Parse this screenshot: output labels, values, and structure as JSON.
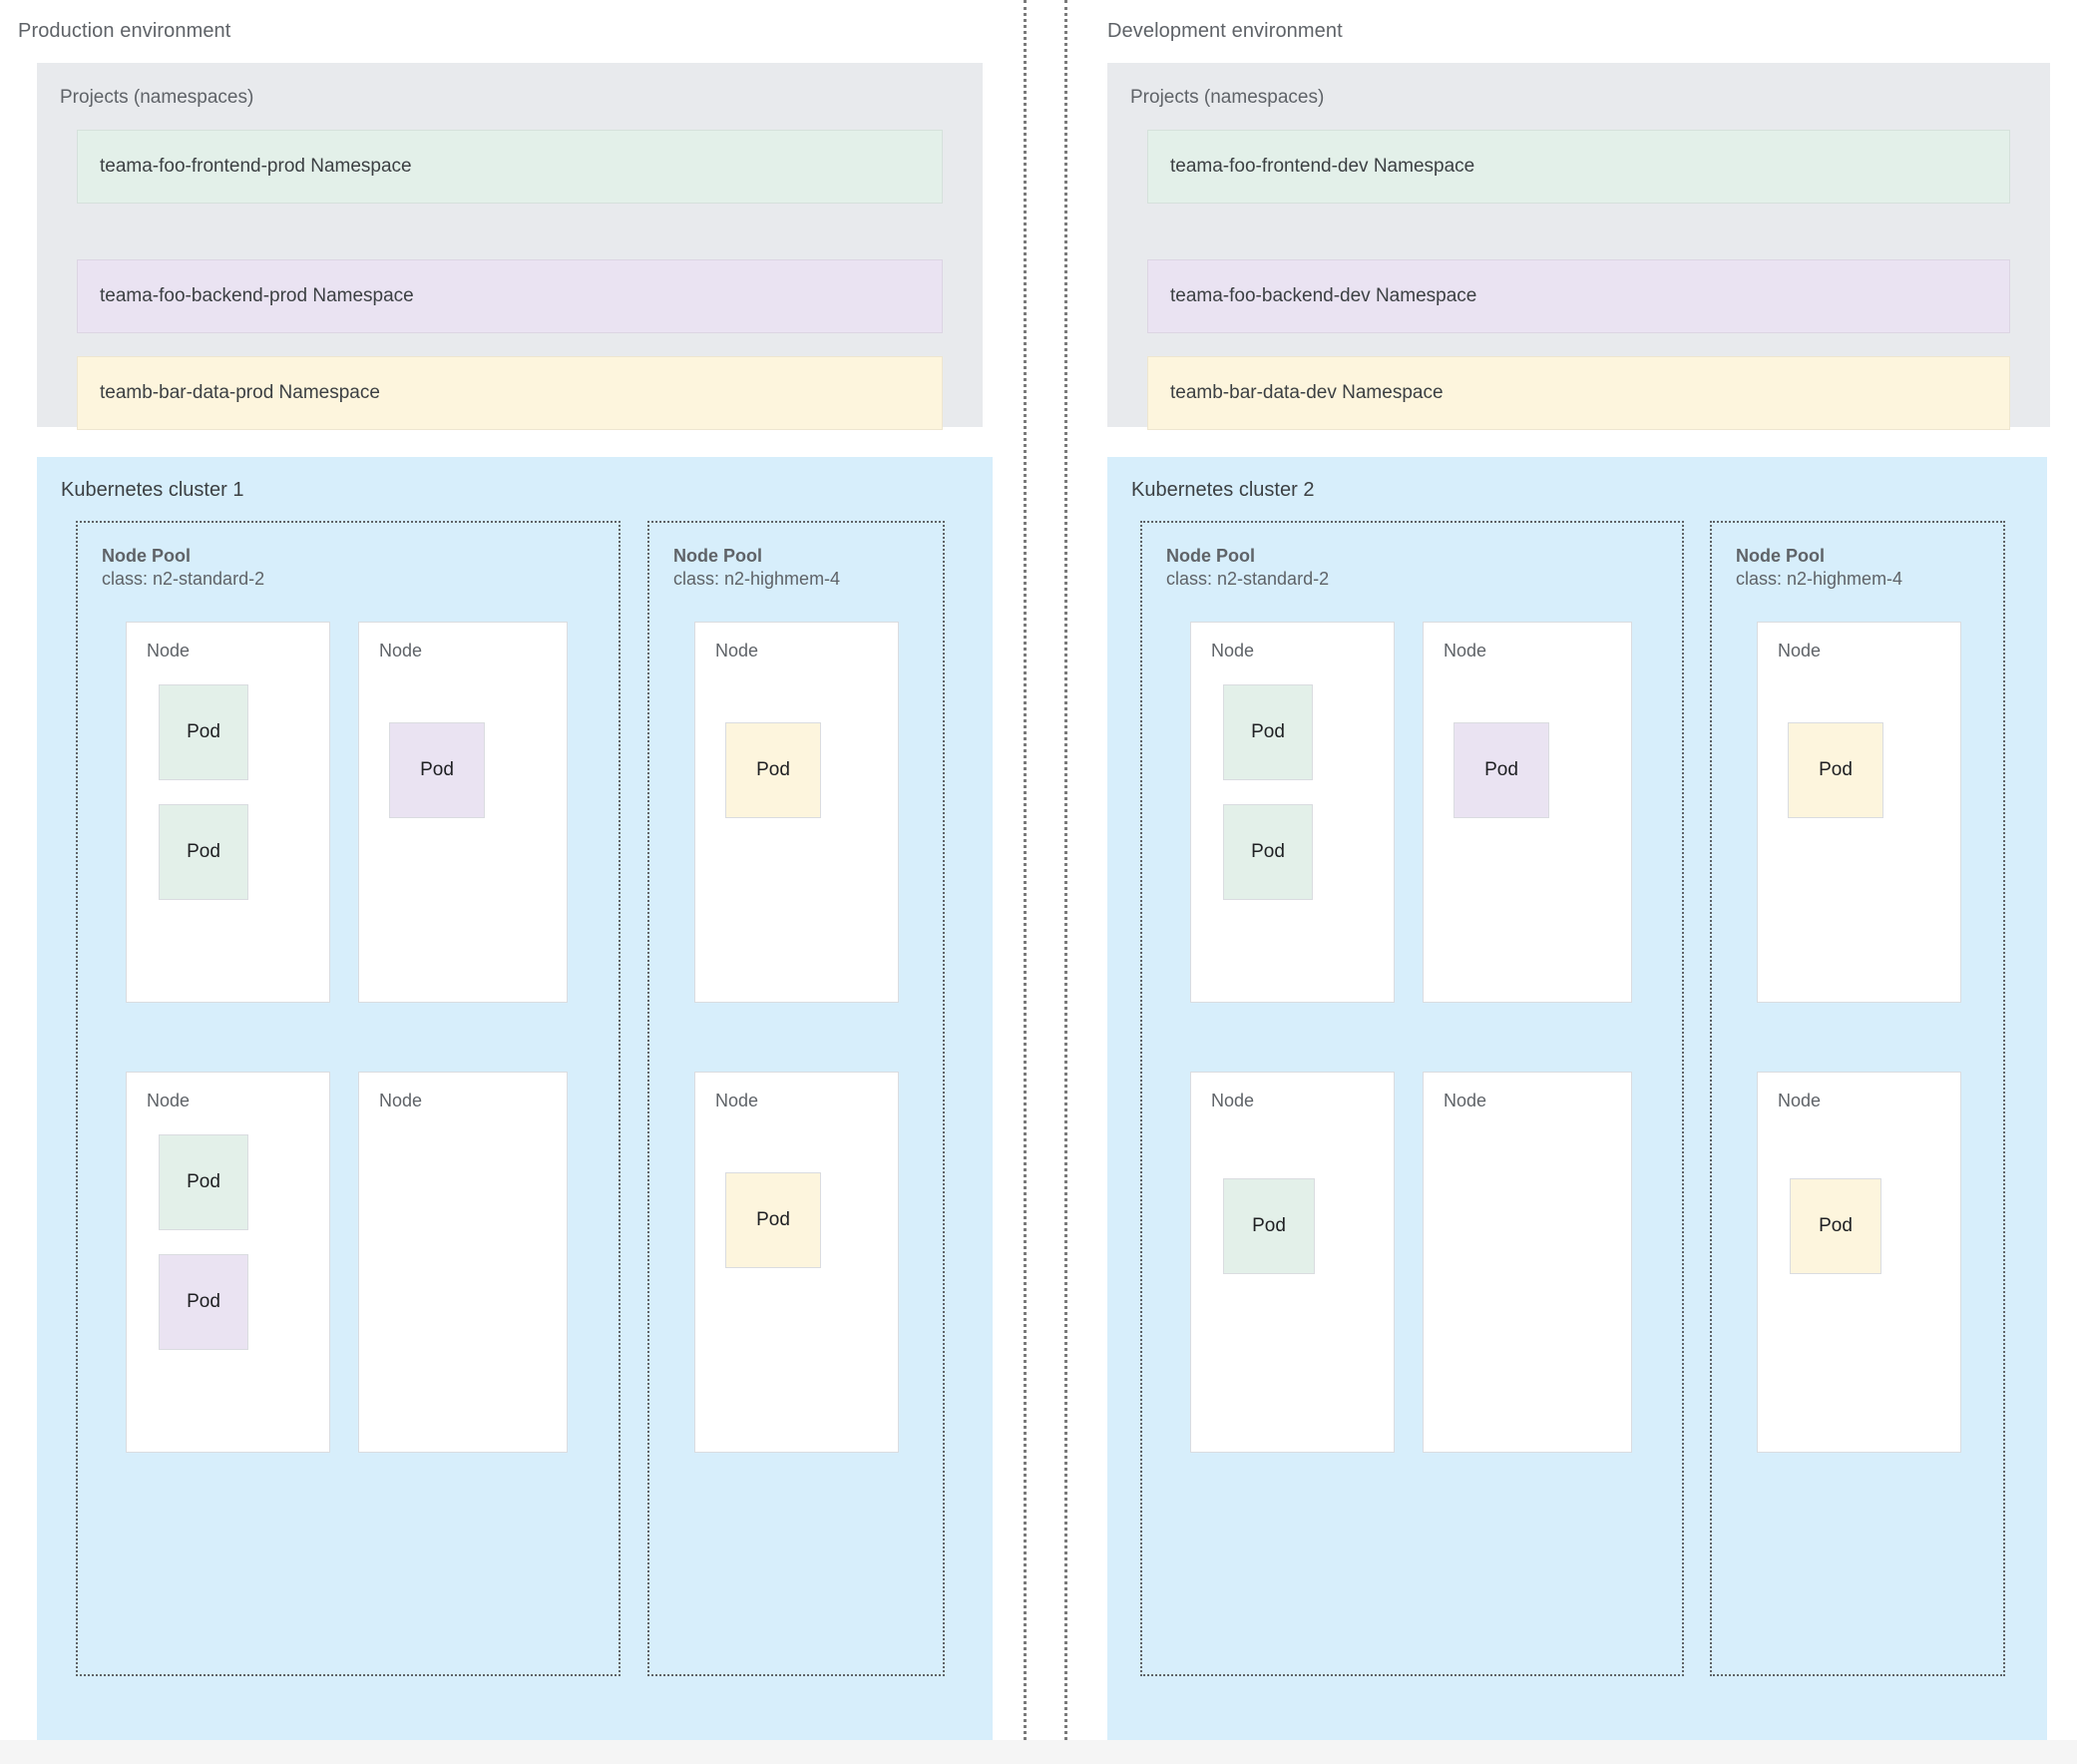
{
  "colors": {
    "green": "#e3f0e9",
    "purple": "#eae3f2",
    "yellow": "#fdf5dd",
    "cluster_blue": "#d7eefb",
    "projects_gray": "#e8eaed",
    "text": "#3c4043",
    "muted_text": "#5f6368"
  },
  "labels": {
    "projects_heading": "Projects (namespaces)",
    "node": "Node",
    "node_pool": "Node Pool",
    "pod": "Pod"
  },
  "environments": [
    {
      "title": "Production environment",
      "projects": {
        "heading": "Projects (namespaces)",
        "namespaces": [
          {
            "label": "teama-foo-frontend-prod Namespace",
            "color": "green"
          },
          {
            "label": "teama-foo-backend-prod Namespace",
            "color": "purple"
          },
          {
            "label": "teamb-bar-data-prod Namespace",
            "color": "yellow"
          }
        ]
      },
      "cluster": {
        "title": "Kubernetes cluster 1",
        "node_pools": [
          {
            "title": "Node Pool",
            "class_label": "class: n2-standard-2",
            "nodes": [
              {
                "label": "Node",
                "row": 0,
                "col": 0,
                "pods": [
                  {
                    "label": "Pod",
                    "color": "green",
                    "slot": "slotA"
                  },
                  {
                    "label": "Pod",
                    "color": "green",
                    "slot": "slotB"
                  }
                ]
              },
              {
                "label": "Node",
                "row": 0,
                "col": 1,
                "pods": [
                  {
                    "label": "Pod",
                    "color": "purple",
                    "slot": "mid"
                  }
                ]
              },
              {
                "label": "Node",
                "row": 1,
                "col": 0,
                "pods": [
                  {
                    "label": "Pod",
                    "color": "green",
                    "slot": "slotA"
                  },
                  {
                    "label": "Pod",
                    "color": "purple",
                    "slot": "slotB"
                  }
                ]
              },
              {
                "label": "Node",
                "row": 1,
                "col": 1,
                "pods": []
              }
            ]
          },
          {
            "title": "Node Pool",
            "class_label": "class: n2-highmem-4",
            "nodes": [
              {
                "label": "Node",
                "row": 0,
                "col": "solo",
                "pods": [
                  {
                    "label": "Pod",
                    "color": "yellow",
                    "slot": "mid"
                  }
                ]
              },
              {
                "label": "Node",
                "row": 1,
                "col": "solo",
                "pods": [
                  {
                    "label": "Pod",
                    "color": "yellow",
                    "slot": "mid"
                  }
                ]
              }
            ]
          }
        ]
      }
    },
    {
      "title": "Development environment",
      "projects": {
        "heading": "Projects (namespaces)",
        "namespaces": [
          {
            "label": "teama-foo-frontend-dev Namespace",
            "color": "green"
          },
          {
            "label": "teama-foo-backend-dev Namespace",
            "color": "purple"
          },
          {
            "label": "teamb-bar-data-dev Namespace",
            "color": "yellow"
          }
        ]
      },
      "cluster": {
        "title": "Kubernetes cluster 2",
        "node_pools": [
          {
            "title": "Node Pool",
            "class_label": "class: n2-standard-2",
            "nodes": [
              {
                "label": "Node",
                "row": 0,
                "col": 0,
                "pods": [
                  {
                    "label": "Pod",
                    "color": "green",
                    "slot": "slotA"
                  },
                  {
                    "label": "Pod",
                    "color": "green",
                    "slot": "slotB"
                  }
                ]
              },
              {
                "label": "Node",
                "row": 0,
                "col": 1,
                "pods": [
                  {
                    "label": "Pod",
                    "color": "purple",
                    "slot": "mid"
                  }
                ]
              },
              {
                "label": "Node",
                "row": 1,
                "col": 0,
                "pods": [
                  {
                    "label": "Pod",
                    "color": "green",
                    "slot": "midlow"
                  }
                ]
              },
              {
                "label": "Node",
                "row": 1,
                "col": 1,
                "pods": []
              }
            ]
          },
          {
            "title": "Node Pool",
            "class_label": "class: n2-highmem-4",
            "nodes": [
              {
                "label": "Node",
                "row": 0,
                "col": "solo",
                "pods": [
                  {
                    "label": "Pod",
                    "color": "yellow",
                    "slot": "mid"
                  }
                ]
              },
              {
                "label": "Node",
                "row": 1,
                "col": "solo",
                "pods": [
                  {
                    "label": "Pod",
                    "color": "yellow",
                    "slot": "midlow"
                  }
                ]
              }
            ]
          }
        ]
      }
    }
  ]
}
